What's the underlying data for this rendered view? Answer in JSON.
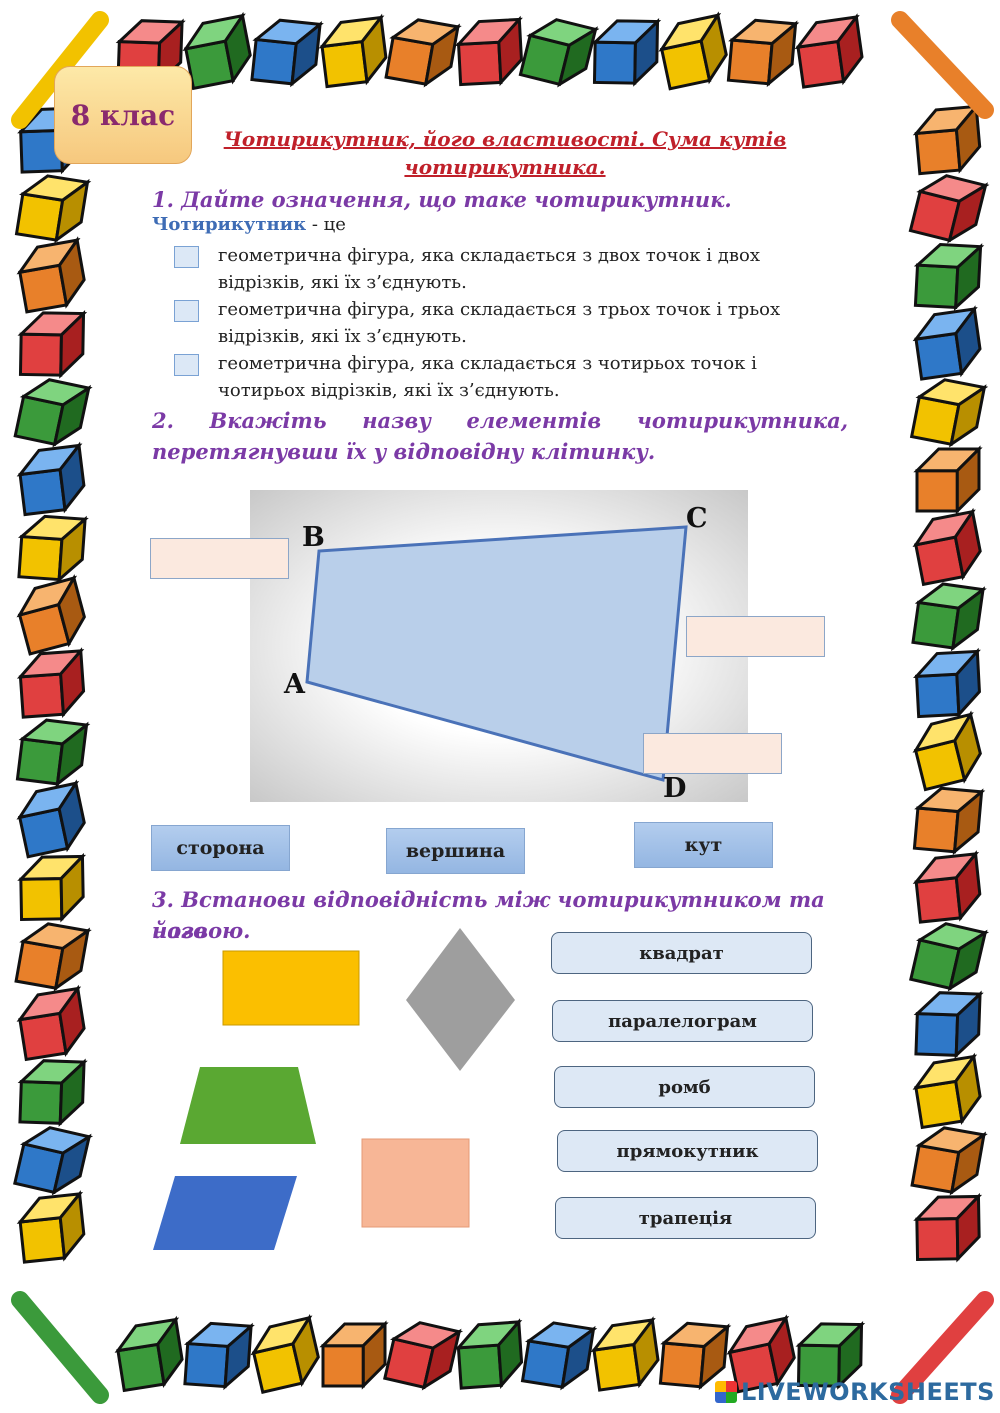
{
  "badge": "8 клас",
  "title": "Чотирикутник, його властивості. Сума кутів чотирикутника.",
  "q1": {
    "heading": "1. Дайте означення, що таке чотирикутник.",
    "term": "Чотирикутник",
    "term_suffix": " - це",
    "options": [
      "геометрична фігура, яка складається з двох точок і двох відрізків, які їх з’єднують.",
      "геометрична фігура, яка складається з трьох точок і трьох відрізків, які їх з’єднують.",
      "геометрична фігура, яка складається з чотирьох точок і чотирьох відрізків, які їх з’єднують."
    ]
  },
  "q2": {
    "heading_line1": "2. Вкажіть назву елементів чотирикутника,",
    "heading_line2": "перетягнувши їх у відповідну клітинку.",
    "vertices": {
      "A": "A",
      "B": "B",
      "C": "C",
      "D": "D"
    },
    "drag_items": [
      "сторона",
      "вершина",
      "кут"
    ]
  },
  "q3": {
    "heading_line1": "3. Встанови відповідність між чотирикутником та його",
    "heading_line2": "назвою.",
    "names": [
      "квадрат",
      "паралелограм",
      "ромб",
      "прямокутник",
      "трапеція"
    ]
  },
  "colors": {
    "rectangle": "#fbbf00",
    "rhombus": "#9e9e9e",
    "trapezoid": "#5aa832",
    "square": "#f7b696",
    "parallelogram": "#3d6cc8",
    "quad_fill": "#b9cfea",
    "quad_stroke": "#4a72b8"
  },
  "footer": "LIVEWORKSHEETS"
}
